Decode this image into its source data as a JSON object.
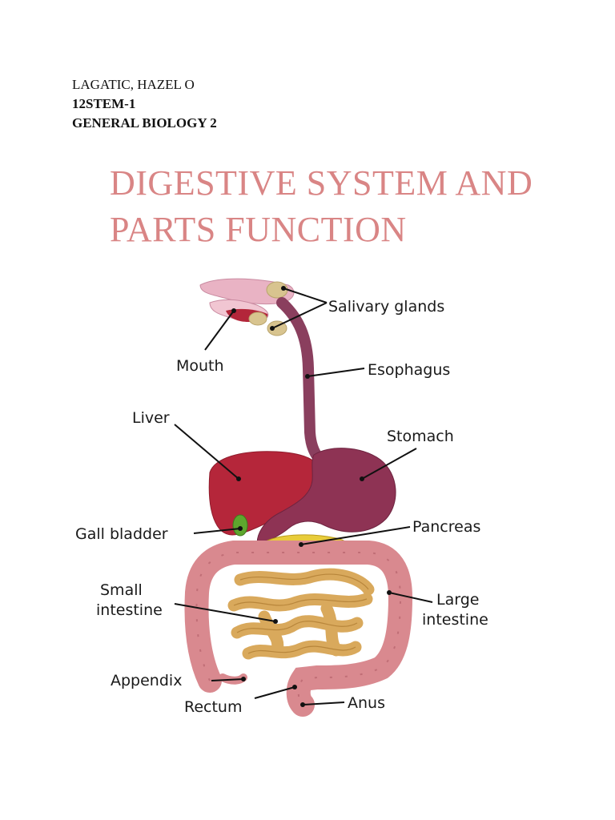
{
  "header": {
    "name": "LAGATIC, HAZEL O",
    "section": "12STEM-1",
    "subject": "GENERAL BIOLOGY 2"
  },
  "title": {
    "line1": "DIGESTIVE SYSTEM AND",
    "line2": "PARTS FUNCTION"
  },
  "diagram": {
    "labels": {
      "salivary_glands": "Salivary glands",
      "mouth": "Mouth",
      "esophagus": "Esophagus",
      "liver": "Liver",
      "stomach": "Stomach",
      "gall_bladder": "Gall bladder",
      "pancreas": "Pancreas",
      "small_intestine_1": "Small",
      "small_intestine_2": "intestine",
      "large_intestine_1": "Large",
      "large_intestine_2": "intestine",
      "appendix": "Appendix",
      "rectum": "Rectum",
      "anus": "Anus"
    },
    "colors": {
      "title": "#d98585",
      "liver": "#b5263a",
      "stomach": "#8e3354",
      "esophagus": "#8a3f5e",
      "large_intestine": "#d9898f",
      "small_intestine": "#d9a95c",
      "pancreas": "#e8cc3a",
      "gall_bladder": "#5ea62e",
      "salivary": "#d8c48f",
      "mouth": "#e9b3c4"
    }
  }
}
